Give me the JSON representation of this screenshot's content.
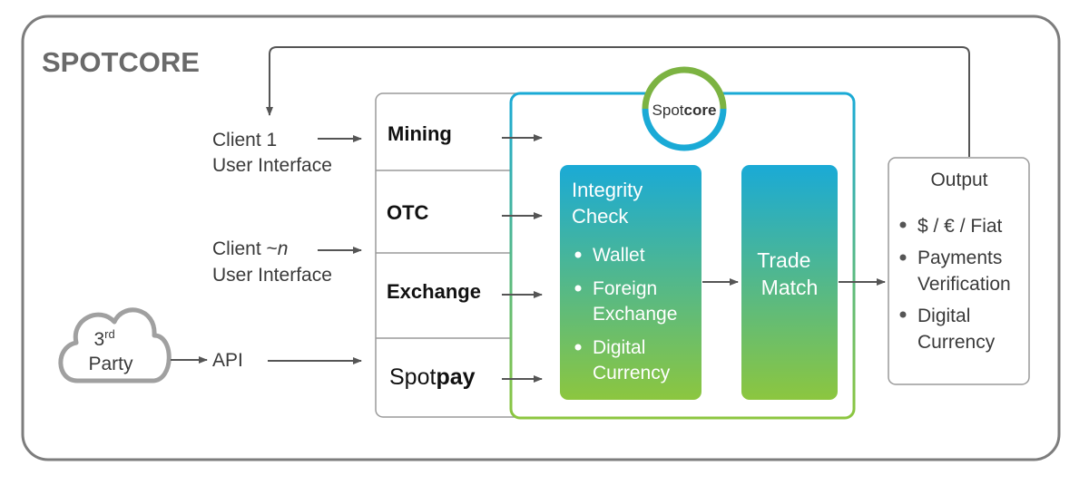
{
  "title": "SPOTCORE",
  "clients": {
    "client1": {
      "line1": "Client 1",
      "line2": "User Interface"
    },
    "clientN": {
      "line1": "Client ~",
      "line1_italic": "n",
      "line2": "User Interface"
    },
    "third_party": {
      "base": "3",
      "sup": "rd",
      "line2": "Party"
    },
    "api": "API"
  },
  "channels": {
    "mining": "Mining",
    "otc": "OTC",
    "exchange": "Exchange",
    "spotpay": {
      "light": "Spot",
      "bold": "pay"
    }
  },
  "logo": {
    "light": "Spot",
    "bold": "core"
  },
  "integrity": {
    "title1": "Integrity",
    "title2": "Check",
    "items": [
      {
        "line1": "Wallet"
      },
      {
        "line1": "Foreign",
        "line2": "Exchange"
      },
      {
        "line1": "Digital",
        "line2": "Currency"
      }
    ]
  },
  "trade_match": {
    "line1": "Trade",
    "line2": "Match"
  },
  "output": {
    "title": "Output",
    "items": [
      {
        "line1": "$ / € / Fiat"
      },
      {
        "line1": "Payments",
        "line2": "Verification"
      },
      {
        "line1": "Digital",
        "line2": "Currency"
      }
    ]
  },
  "colors": {
    "frame": "#7d7d7d",
    "text": "#3a3a3a",
    "teal": "#1aaad6",
    "green": "#8cc63f",
    "white": "#ffffff"
  }
}
